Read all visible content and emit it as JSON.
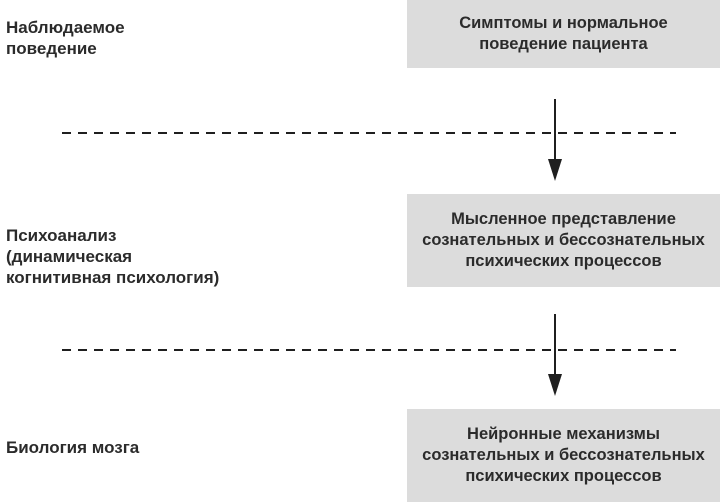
{
  "diagram": {
    "type": "layered-levels-diagram",
    "language": "ru",
    "rows": [
      {
        "level_label": "Наблюдаемое\nповедение",
        "box_text": "Симптомы и нормальное\nповедение пациента"
      },
      {
        "level_label": "Психоанализ\n(динамическая\nкогнитивная психология)",
        "box_text": "Мысленное представление\nсознательных и бессознательных\nпсихических процессов"
      },
      {
        "level_label": "Биология мозга",
        "box_text": "Нейронные механизмы\nсознательных и бессознательных\nпсихических процессов"
      }
    ],
    "connectors": [
      {
        "from": 0,
        "to": 1,
        "shape": "down-arrow"
      },
      {
        "from": 1,
        "to": 2,
        "shape": "down-arrow"
      }
    ],
    "separators": 2,
    "colors": {
      "box_fill": "#dcdcdc",
      "text": "#2b2b2b",
      "line": "#1f1f1f",
      "background": "#ffffff"
    }
  }
}
